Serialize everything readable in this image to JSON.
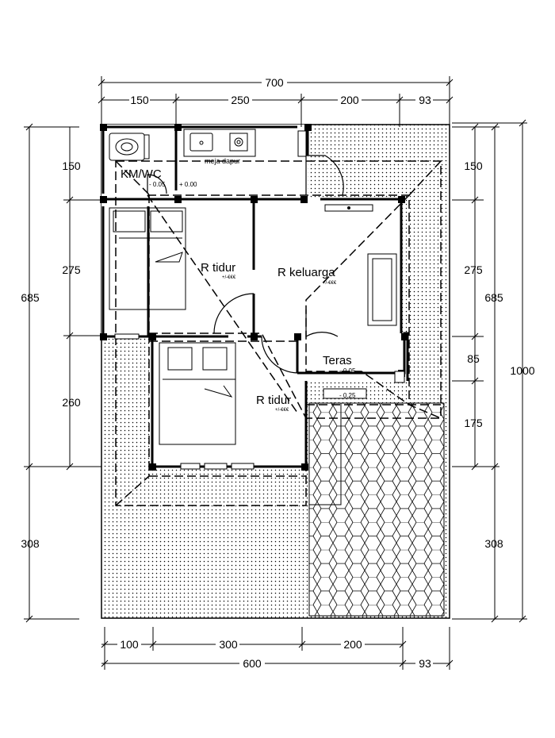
{
  "dimensions": {
    "top_total": "700",
    "top_segments": [
      "150",
      "250",
      "200",
      "93"
    ],
    "bottom_segments": [
      "100",
      "300",
      "200"
    ],
    "bottom_total": "600",
    "bottom_extra": "93",
    "left_segments": [
      "150",
      "275",
      "260",
      "308"
    ],
    "left_total": "685",
    "right_segments": [
      "150",
      "275",
      "85",
      "175",
      "308"
    ],
    "right_partial": "685",
    "right_total": "1000"
  },
  "rooms": {
    "kmwc": "KM/WC",
    "meja_dapur": "meja dapur",
    "r_tidur_1": "R tidur",
    "r_keluarga": "R keluarga",
    "teras": "Teras",
    "r_tidur_2": "R tidur"
  },
  "levels": {
    "kmwc": "- 0.05",
    "dapur": "+ 0.00",
    "teras": "- 0.05",
    "teras_step": "- 0.25",
    "tidur_1": "+/-€€€",
    "keluarga": "+/-€€€",
    "tidur_2": "+/-€€€"
  }
}
